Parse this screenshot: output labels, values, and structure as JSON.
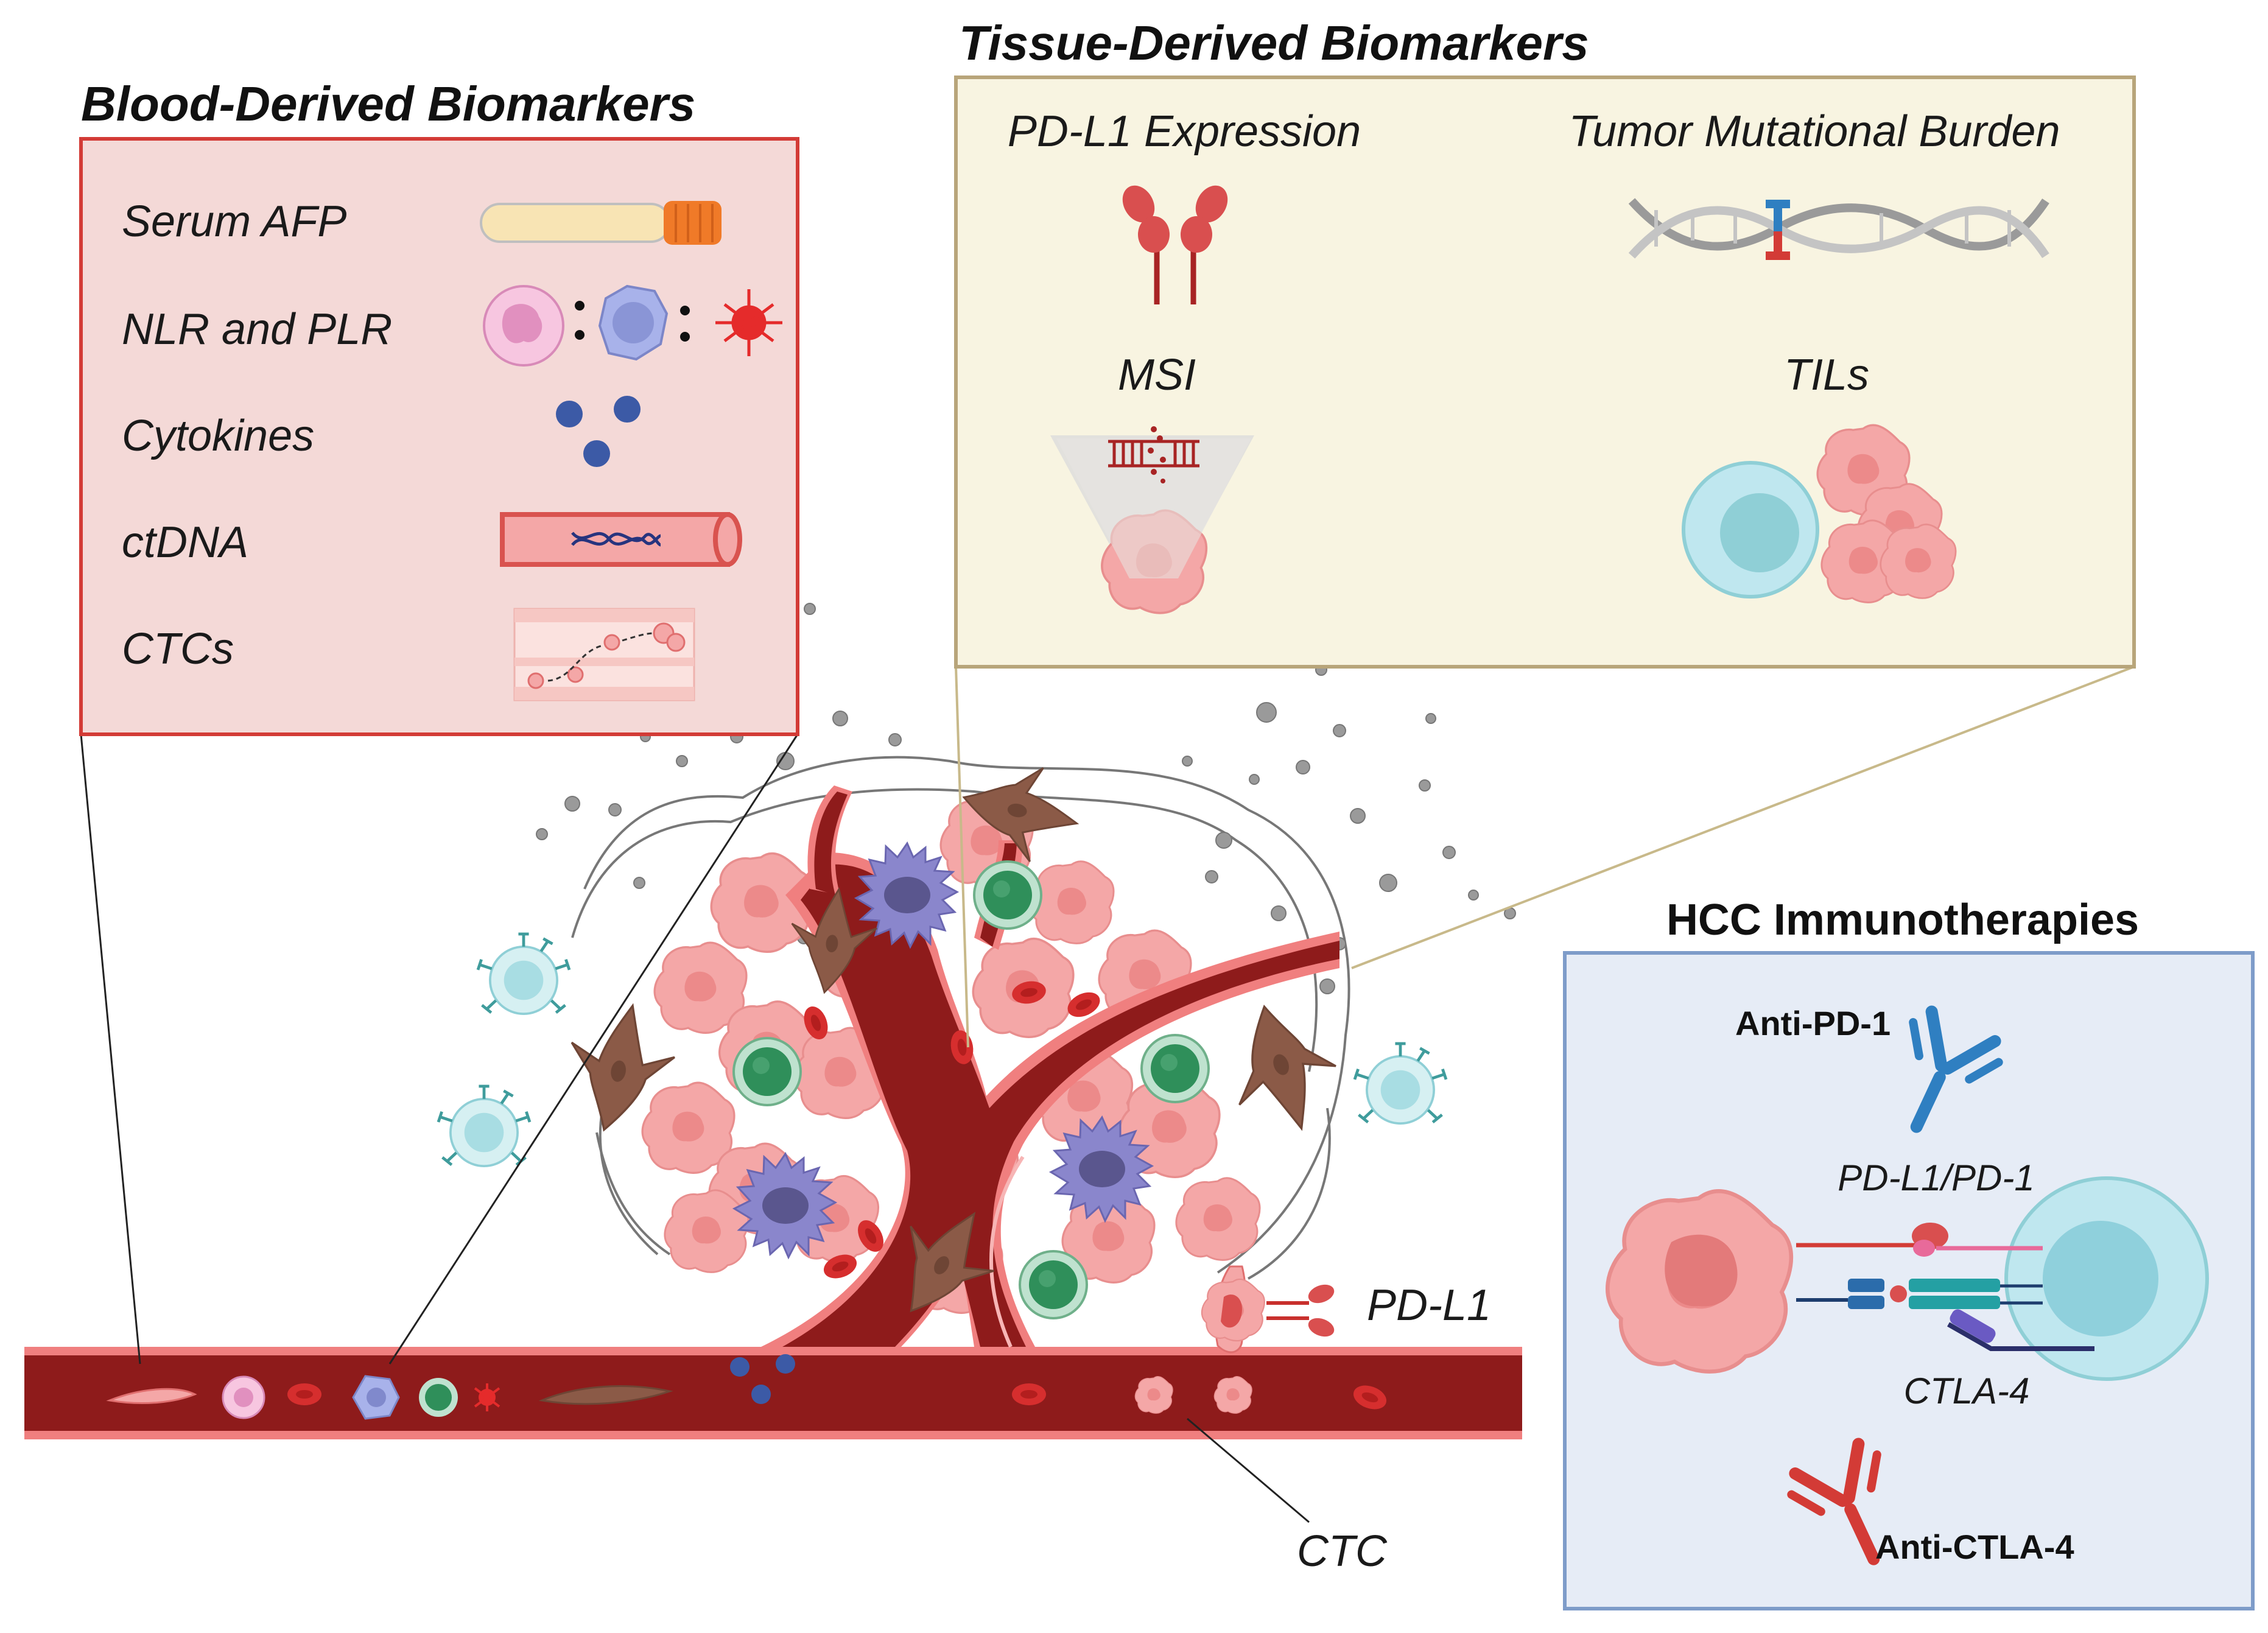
{
  "blood_panel": {
    "title": "Blood-Derived Biomarkers",
    "items": [
      "Serum AFP",
      "NLR and PLR",
      "Cytokines",
      "ctDNA",
      "CTCs"
    ],
    "fill": "#f4d9d7",
    "border": "#d33b36"
  },
  "tissue_panel": {
    "title": "Tissue-Derived Biomarkers",
    "items": [
      "PD-L1 Expression",
      "Tumor Mutational Burden",
      "MSI",
      "TILs"
    ],
    "fill": "#f8f4e1",
    "border": "#b8a57a"
  },
  "therapy_panel": {
    "title": "HCC Immunotherapies",
    "anti_pd1": "Anti-PD-1",
    "interaction": "PD-L1/PD-1",
    "ctla4": "CTLA-4",
    "anti_ctla4": "Anti-CTLA-4",
    "fill": "#e6ecf6",
    "border": "#7e9cc9"
  },
  "scene": {
    "pdl1_label": "PD-L1",
    "ctc_label": "CTC"
  },
  "colors": {
    "vessel": "#8e1b1b",
    "vessel_rim": "#f07f7f",
    "tumor_cell": "#f4a7a7",
    "t_cell": "#bfe7ef",
    "green_cell": "#2f8f5a",
    "purple_cell": "#7c78c0",
    "fibroblast": "#8b5a47",
    "pd1_antibody": "#2f7fc1",
    "ctla4_antibody": "#d33b36"
  }
}
